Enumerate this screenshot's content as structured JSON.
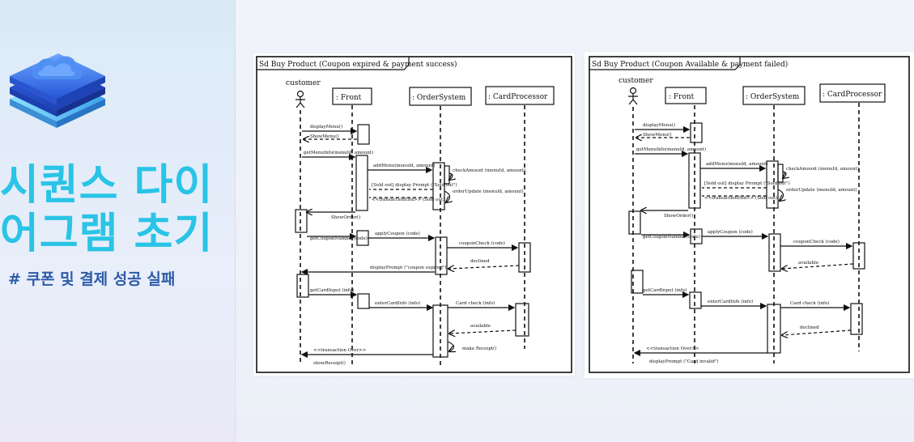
{
  "sidebar": {
    "title_line1": "시퀀스 다이",
    "title_line2": "어그램 초기",
    "subtitle": "# 쿠폰 및 결제 성공 실패"
  },
  "colors": {
    "title": "#29c4e6",
    "subtitle": "#2e5aa8",
    "logo_top": "#3d7be8",
    "logo_mid": "#1f47c9",
    "logo_bottom": "#58c3ee"
  },
  "diagrams": [
    {
      "title": "Sd Buy Product (Coupon expired & payment success)",
      "actor": "customer",
      "participants": [
        ": Front",
        ": OrderSystem",
        ": CardProcessor"
      ],
      "messages": [
        "displayMenu()",
        "ShowMenu()",
        "getMenuInfo(menuId, amount)",
        "addMenu(menuId, amount)",
        "checkAmount (menuId, amount)",
        "[Sold out] display Prompt (\"Sold out\")",
        "<<transactionEnd>> (Sold out)",
        "orderUpdate (menuId, amount)",
        "ShowOrder()",
        "getCouponNumber(code)",
        "applyCoupon (code)",
        "couponCheck (code)",
        "declined",
        "displayPrompt (\"coupon expired\")",
        "getCardInput (info)",
        "enterCardInfo (info)",
        "Card check (info)",
        "available",
        "make Receipt()",
        "<<transaction Over>>",
        "showReceipt()"
      ]
    },
    {
      "title": "Sd Buy Product (Coupon Available & payment failed)",
      "actor": "customer",
      "participants": [
        ": Front",
        ": OrderSystem",
        ": CardProcessor"
      ],
      "messages": [
        "displayMenu()",
        "ShowMenu()",
        "getMenuInfo(menuId, amount)",
        "addMenu(menuId, amount)",
        "checkAmount (menuId, amount)",
        "[Sold out] display Prompt (\"Sold out\")",
        "<<transactionEnd>> (Sold out)",
        "orderUpdate (menuId, amount)",
        "ShowOrder()",
        "getCouponNumber(code)",
        "applyCoupon (code)",
        "couponCheck (code)",
        "available",
        "getCardInput (info)",
        "enterCardInfo (info)",
        "Card check (info)",
        "declined",
        "<<transaction Over>>",
        "displayPrompt (\"Card invalid\")"
      ]
    }
  ]
}
